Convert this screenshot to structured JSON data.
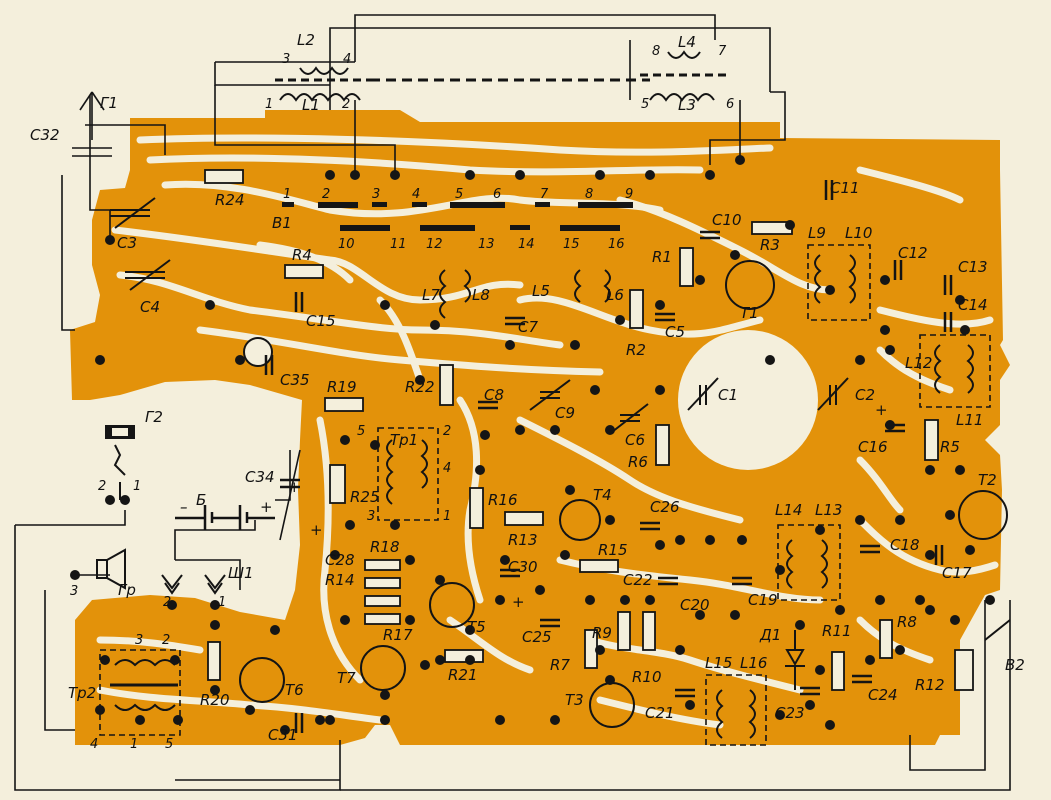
{
  "colors": {
    "board": "#e3920a",
    "trace_gap": "#f4efdc",
    "ink": "#141414",
    "paper": "#f4efdc"
  },
  "labels": {
    "G1": "Г1",
    "G2": "Г2",
    "L1": "L1",
    "L2": "L2",
    "L3": "L3",
    "L4": "L4",
    "C32": "C32",
    "C3": "C3",
    "C4": "C4",
    "R24": "R24",
    "B1": "В1",
    "sw_top": [
      "1",
      "2",
      "3",
      "4",
      "5",
      "6",
      "7",
      "8",
      "9"
    ],
    "sw_bot": [
      "10",
      "11",
      "12",
      "13",
      "14",
      "15",
      "16"
    ],
    "R4": "R4",
    "C15": "C15",
    "L7": "L7",
    "L8": "L8",
    "L5": "L5",
    "L6": "L6",
    "C7": "C7",
    "C5": "C5",
    "R1": "R1",
    "R2": "R2",
    "R3": "R3",
    "C10": "C10",
    "C11": "C11",
    "T1": "T1",
    "L9": "L9",
    "L10": "L10",
    "C12": "C12",
    "C13": "C13",
    "C14": "C14",
    "L12": "L12",
    "L11": "L11",
    "C35": "C35",
    "R22": "R22",
    "C8": "C8",
    "C9": "C9",
    "C1": "C1",
    "C2": "C2",
    "C16": "C16",
    "R5": "R5",
    "R19": "R19",
    "Tr1": "Тр1",
    "C6": "C6",
    "R6": "R6",
    "T2": "T2",
    "C34": "C34",
    "R25": "R25",
    "R16": "R16",
    "T4": "T4",
    "C26": "C26",
    "R13": "R13",
    "R15": "R15",
    "B": "Б",
    "Sh1": "Ш1",
    "Gr": "Гр",
    "C28": "C28",
    "R18": "R18",
    "R14": "R14",
    "T5": "T5",
    "C30": "C30",
    "C22": "C22",
    "C20": "C20",
    "C19": "C19",
    "L14": "L14",
    "L13": "L13",
    "C18": "C18",
    "C17": "C17",
    "R17": "R17",
    "C25": "C25",
    "R9": "R9",
    "R7": "R7",
    "R10": "R10",
    "D1": "Д1",
    "R11": "R11",
    "R8": "R8",
    "T7": "T7",
    "R21": "R21",
    "T3": "T3",
    "C21": "C21",
    "L15": "L15",
    "L16": "L16",
    "C23": "C23",
    "C24": "C24",
    "R12": "R12",
    "B2": "В2",
    "Tr2": "Тр2",
    "R20": "R20",
    "T6": "T6",
    "C31": "C31",
    "pins": {
      "l2_3": "3",
      "l2_4": "4",
      "l1_1": "1",
      "l1_2": "2",
      "l4_8": "8",
      "l4_7": "7",
      "l3_5": "5",
      "l3_6": "6",
      "tr1_5": "5",
      "tr1_2": "2",
      "tr1_4": "4",
      "tr1_3": "3",
      "tr1_1": "1",
      "g2_2": "2",
      "g2_1": "1",
      "sh_2": "2",
      "sh_1": "1",
      "gr_3": "3",
      "tr2_3": "3",
      "tr2_2": "2",
      "tr2_4": "4",
      "tr2_1": "1",
      "tr2_5": "5",
      "plus1": "+",
      "minus1": "–",
      "plus2": "+",
      "plus3": "+",
      "plus4": "+",
      "plus5": "+"
    }
  }
}
